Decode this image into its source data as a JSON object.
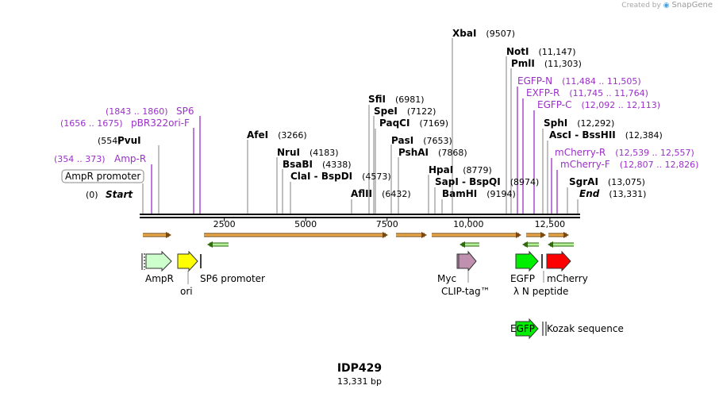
{
  "app": {
    "created_by": "Created by",
    "brand": "SnapGene"
  },
  "title": "IDP429",
  "subtitle": "13,331 bp",
  "colors": {
    "enzyme": "#000000",
    "primer": "#9b30c8",
    "track": "#e8a84c",
    "primer_arrow": "#5aa02c",
    "feature_promoter": "#ffffff",
    "feature_ampr": "#ccffcc",
    "feature_ori": "#ffff00",
    "feature_myc": "#c090b0",
    "feature_egfp": "#00ee00",
    "feature_mcherry": "#ff0000"
  },
  "ruler": {
    "length": 13331,
    "ticks": [
      "2500",
      "5000",
      "7500",
      "10,000",
      "12,500"
    ]
  },
  "sites": [
    {
      "name": "Start",
      "pos": "(0)",
      "style": "start"
    },
    {
      "name": "PvuI",
      "pos": "(554)",
      "style": "enzyme"
    },
    {
      "name": "Amp-R",
      "pos": "(354 .. 373)",
      "style": "primer"
    },
    {
      "name": "pBR322ori-F",
      "pos": "(1656 .. 1675)",
      "style": "primer"
    },
    {
      "name": "SP6",
      "pos": "(1843 .. 1860)",
      "style": "primer"
    },
    {
      "name": "AfeI",
      "pos": "(3266)",
      "style": "enzyme"
    },
    {
      "name": "NruI",
      "pos": "(4183)",
      "style": "enzyme"
    },
    {
      "name": "BsaBI",
      "pos": "(4338)",
      "style": "enzyme"
    },
    {
      "name": "ClaI",
      "name2": "BspDI",
      "pos": "(4573)",
      "style": "enzyme"
    },
    {
      "name": "AflII",
      "pos": "(6432)",
      "style": "enzyme"
    },
    {
      "name": "SfiI",
      "pos": "(6981)",
      "style": "enzyme"
    },
    {
      "name": "SpeI",
      "pos": "(7122)",
      "style": "enzyme"
    },
    {
      "name": "PaqCI",
      "pos": "(7169)",
      "style": "enzyme"
    },
    {
      "name": "PasI",
      "pos": "(7653)",
      "style": "enzyme"
    },
    {
      "name": "PshAI",
      "pos": "(7868)",
      "style": "enzyme"
    },
    {
      "name": "HpaI",
      "pos": "(8779)",
      "style": "enzyme"
    },
    {
      "name": "SapI",
      "name2": "BspQI",
      "pos": "(8974)",
      "style": "enzyme"
    },
    {
      "name": "BamHI",
      "pos": "(9194)",
      "style": "enzyme"
    },
    {
      "name": "XbaI",
      "pos": "(9507)",
      "style": "enzyme"
    },
    {
      "name": "NotI",
      "pos": "(11,147)",
      "style": "enzyme"
    },
    {
      "name": "PmlI",
      "pos": "(11,303)",
      "style": "enzyme"
    },
    {
      "name": "EGFP-N",
      "pos": "(11,484 .. 11,505)",
      "style": "primer"
    },
    {
      "name": "EXFP-R",
      "pos": "(11,745 .. 11,764)",
      "style": "primer"
    },
    {
      "name": "EGFP-C",
      "pos": "(12,092 .. 12,113)",
      "style": "primer"
    },
    {
      "name": "SphI",
      "pos": "(12,292)",
      "style": "enzyme"
    },
    {
      "name": "AscI",
      "name2": "BssHII",
      "pos": "(12,384)",
      "style": "enzyme"
    },
    {
      "name": "mCherry-R",
      "pos": "(12,539 .. 12,557)",
      "style": "primer"
    },
    {
      "name": "mCherry-F",
      "pos": "(12,807 .. 12,826)",
      "style": "primer"
    },
    {
      "name": "SgrAI",
      "pos": "(13,075)",
      "style": "enzyme"
    },
    {
      "name": "End",
      "pos": "(13,331)",
      "style": "end"
    }
  ],
  "promoter_label": "AmpR promoter",
  "features": [
    {
      "name": "AmpR",
      "color_key": "feature_ampr"
    },
    {
      "name": "ori",
      "color_key": "feature_ori"
    },
    {
      "name": "SP6 promoter",
      "color_key": "feature_promoter"
    },
    {
      "name": "Myc",
      "color_key": "feature_myc"
    },
    {
      "name": "CLIP-tag™",
      "color_key": "feature_myc"
    },
    {
      "name": "EGFP",
      "color_key": "feature_egfp"
    },
    {
      "name": "λ N peptide",
      "color_key": "feature_promoter"
    },
    {
      "name": "mCherry",
      "color_key": "feature_mcherry"
    },
    {
      "name": "EGFP",
      "color_key": "feature_egfp"
    },
    {
      "name": "Kozak sequence",
      "color_key": "feature_promoter"
    }
  ]
}
